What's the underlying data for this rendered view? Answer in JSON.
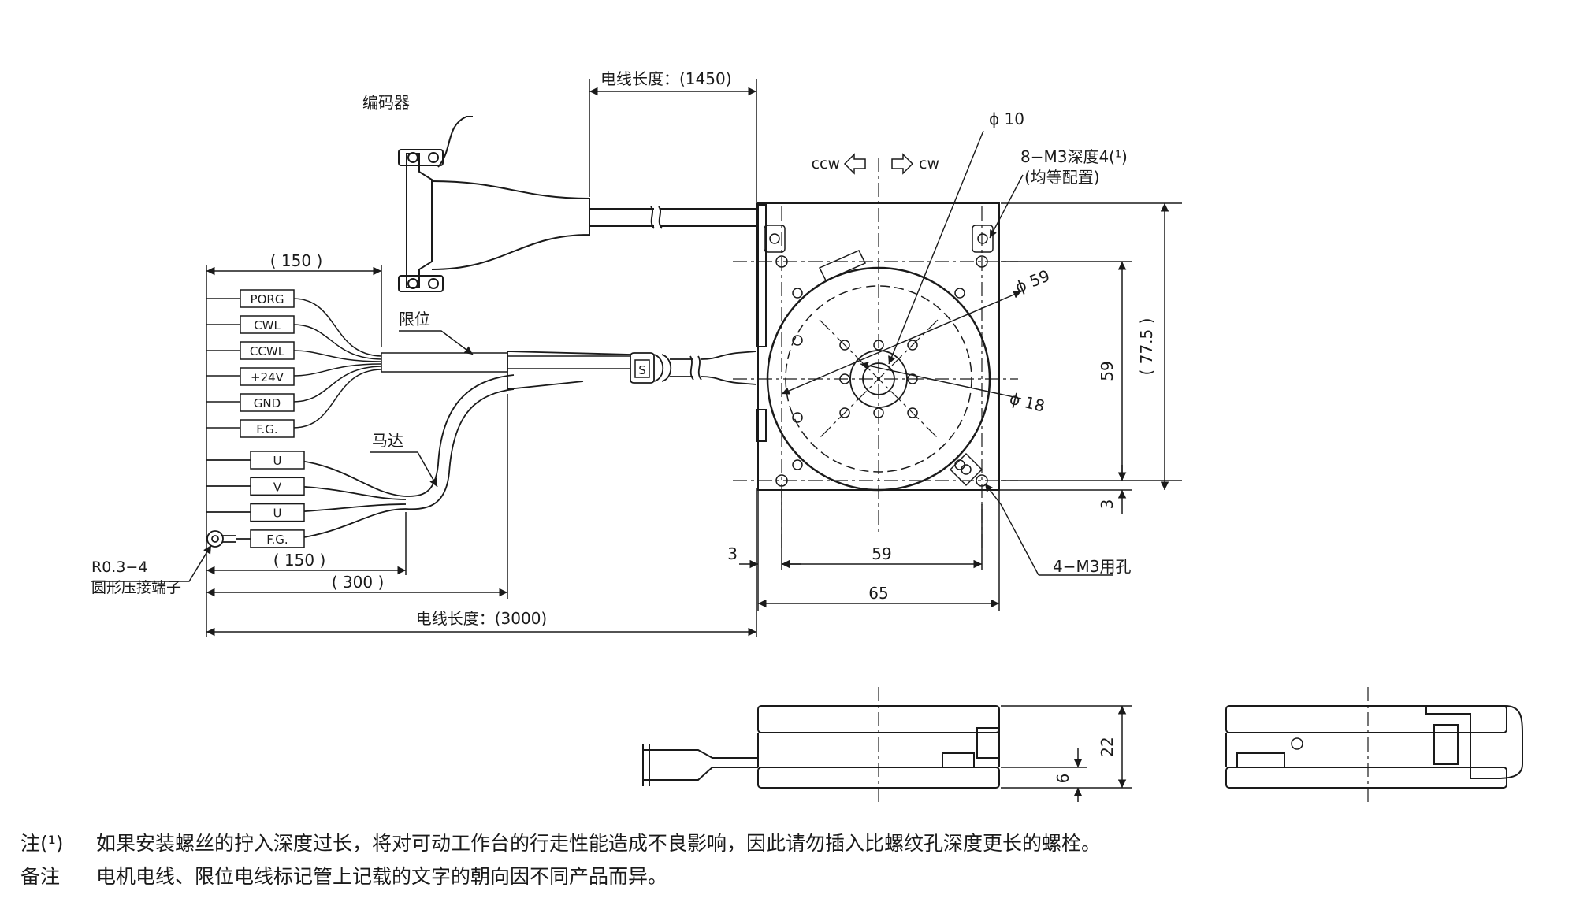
{
  "labels": {
    "cable_length_top": "电线长度：(1450)",
    "cable_length_bottom": "电线长度：(3000)",
    "encoder": "编码器",
    "limit": "限位",
    "motor": "马达",
    "terminal_size": "R0.3−4",
    "terminal_name": "圆形压接端子",
    "ccw": "ccw",
    "cw": "cw",
    "shield_mark": "S",
    "tapped_holes_line1": "8−M3深度4(¹)",
    "tapped_holes_line2": "(均等配置)",
    "mount_holes": "4−M3用孔",
    "phi10": "ϕ 10",
    "phi59": "ϕ 59",
    "phi18": "ϕ 18"
  },
  "wire_labels": {
    "limit": [
      "PORG",
      "CWL",
      "CCWL",
      "+24V",
      "GND",
      "F.G."
    ],
    "motor": [
      "U",
      "V",
      "U",
      "F.G."
    ]
  },
  "dims": {
    "d150_top": "( 150 )",
    "d150_bottom": "( 150 )",
    "d300": "( 300 )",
    "d3_left": "3",
    "d59_width": "59",
    "d65": "65",
    "d59_height": "59",
    "d77_5": "( 77.5 )",
    "d3_right": "3",
    "d22": "22",
    "d6": "6"
  },
  "notes": {
    "note1_label": "注(¹)",
    "note1_text": "如果安装螺丝的拧入深度过长，将对可动工作台的行走性能造成不良影响，因此请勿插入比螺纹孔深度更长的螺栓。",
    "note2_label": "备注",
    "note2_text": "电机电线、限位电线标记管上记载的文字的朝向因不同产品而异。"
  }
}
